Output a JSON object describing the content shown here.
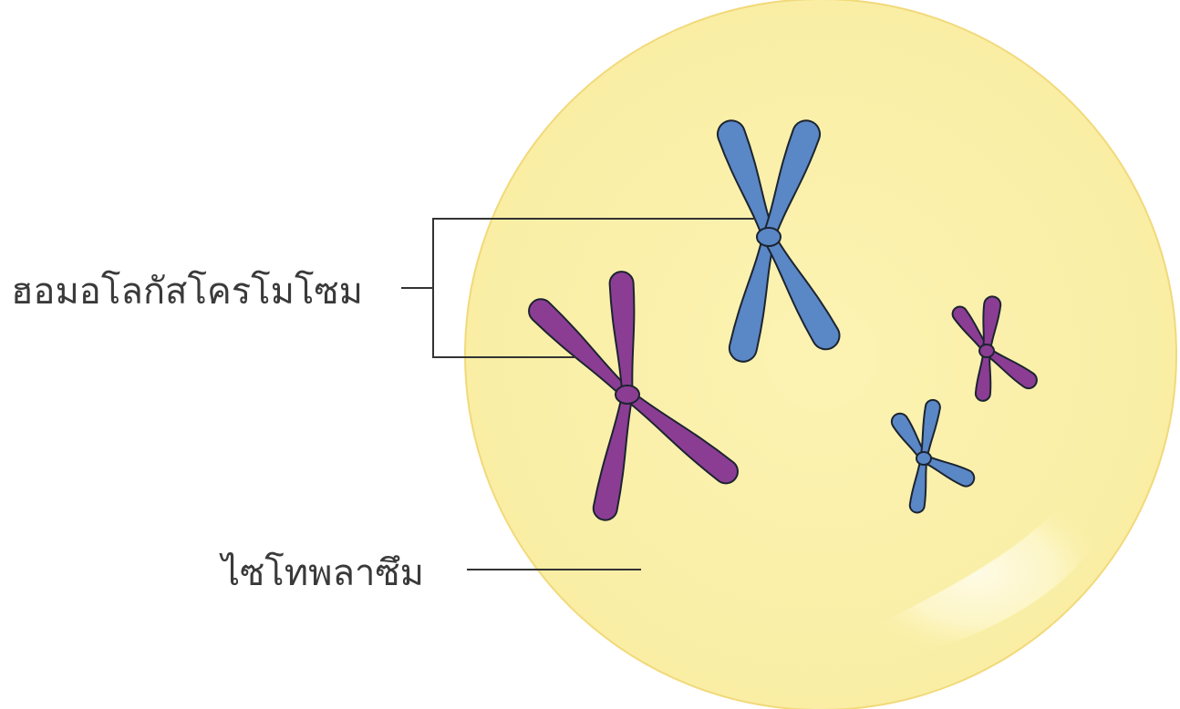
{
  "labels": {
    "homologous": "ฮอมอโลกัสโครโมโซม",
    "cytoplasm": "ไซโทพลาซึม"
  },
  "colors": {
    "cell_fill": "#fbf1ad",
    "cell_stroke": "#f2d97a",
    "highlight": "#fffbe0",
    "chromosome_blue": "#5a87c6",
    "chromosome_purple": "#8b3d94",
    "outline": "#1c2430",
    "leader_line": "#333333"
  },
  "chromosomes": [
    {
      "name": "large-blue-chromosome",
      "color": "chromosome_blue"
    },
    {
      "name": "large-purple-chromosome",
      "color": "chromosome_purple"
    },
    {
      "name": "small-purple-chromosome",
      "color": "chromosome_purple"
    },
    {
      "name": "small-blue-chromosome",
      "color": "chromosome_blue"
    }
  ]
}
